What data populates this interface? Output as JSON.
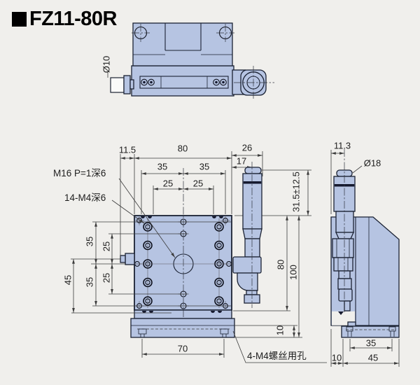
{
  "title": {
    "model": "FZ11-80R"
  },
  "colors": {
    "background": "#f0efec",
    "part_fill": "#b6c4e2",
    "outline": "#1b2233",
    "dimension": "#3c3c3c",
    "title_text": "#000000"
  },
  "labels": {
    "top_view": {
      "knob_dia": "Ø10"
    },
    "front_view": {
      "note_m16": "M16 P=1深6",
      "note_m4": "14-M4深6",
      "w_offset": "11.5",
      "w_total": "80",
      "w35a": "35",
      "w35b": "35",
      "w25a": "25",
      "w25b": "25",
      "mic_26": "26",
      "mic_17": "17",
      "travel": "31.5±12.5",
      "h35t": "35",
      "h25t": "25",
      "h35b": "35",
      "h25b": "25",
      "h45": "45",
      "h80": "80",
      "h100": "100",
      "h10": "10",
      "base_w": "70",
      "note_base": "4-M4螺丝用孔"
    },
    "side_view": {
      "mic_offset": "11.3",
      "mic_dia": "Ø18",
      "hole_span": "35",
      "depth": "45",
      "offset10": "10"
    }
  }
}
